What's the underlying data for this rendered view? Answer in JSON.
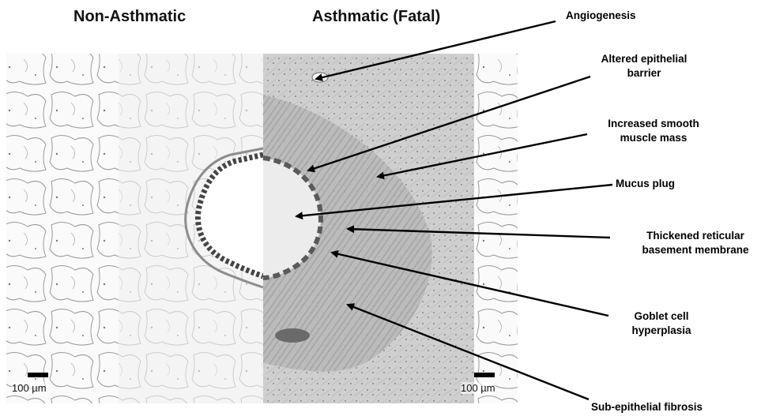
{
  "panels": {
    "left_title": "Non-Asthmatic",
    "right_title": "Asthmatic (Fatal)"
  },
  "scale_bars": {
    "left": "100 µm",
    "right": "100 µm"
  },
  "annotations": [
    "Angiogenesis",
    "Altered epithelial\nbarrier",
    "Increased smooth\nmuscle mass",
    "Mucus plug",
    "Thickened reticular\nbasement membrane",
    "Goblet cell\nhyperplasia",
    "Sub-epithelial fibrosis"
  ],
  "colors": {
    "background": "#ffffff",
    "tissue_light": "#f2f2f2",
    "tissue_dark": "#bdbdbd",
    "stain": "#555555",
    "arrow": "#000000"
  }
}
